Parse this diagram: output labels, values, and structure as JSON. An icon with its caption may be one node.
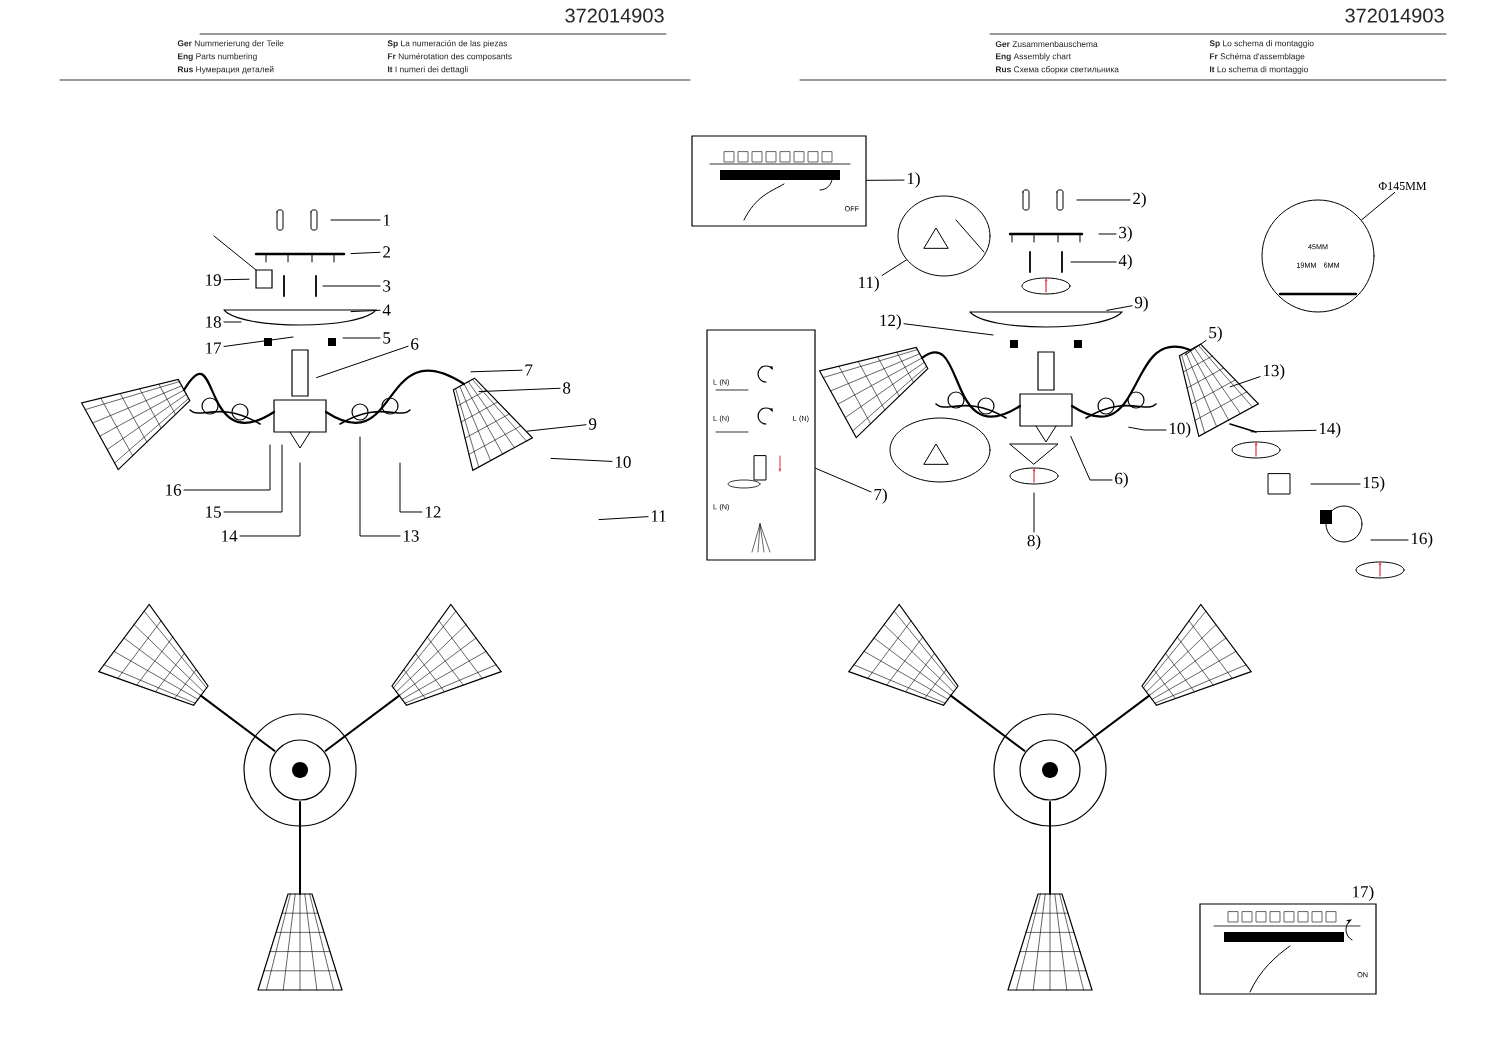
{
  "diagram": {
    "nodes": [
      {
        "text": [
          "1"
        ]
      },
      {
        "text": [
          "2"
        ]
      },
      {
        "text": [
          "3"
        ]
      },
      {
        "text": [
          "4"
        ]
      },
      {
        "text": [
          "5"
        ]
      },
      {
        "text": [
          "6"
        ]
      },
      {
        "text": [
          "7"
        ]
      },
      {
        "text": [
          "8"
        ]
      },
      {
        "text": [
          "9"
        ]
      },
      {
        "text": [
          "10"
        ]
      },
      {
        "text": [
          "11"
        ]
      },
      {
        "text": [
          "12"
        ]
      },
      {
        "text": [
          "13"
        ]
      },
      {
        "text": [
          "14"
        ]
      },
      {
        "text": [
          "15"
        ]
      },
      {
        "text": [
          "16"
        ]
      },
      {
        "text": [
          "17"
        ]
      },
      {
        "text": [
          "18"
        ]
      },
      {
        "text": [
          "19"
        ]
      },
      {
        "text": [
          "OFF"
        ]
      },
      {
        "text": [
          "1)"
        ]
      },
      {
        "text": [
          "2)"
        ]
      },
      {
        "text": [
          "3)"
        ]
      },
      {
        "text": [
          "4)"
        ]
      },
      {
        "text": [
          "5)"
        ]
      },
      {
        "text": [
          "6)"
        ]
      },
      {
        "text": [
          "7)"
        ]
      },
      {
        "text": [
          "8)"
        ]
      },
      {
        "text": [
          "9)"
        ]
      },
      {
        "text": [
          "10)"
        ]
      },
      {
        "text": [
          "11)"
        ]
      },
      {
        "text": [
          "12)"
        ]
      },
      {
        "text": [
          "13)"
        ]
      },
      {
        "text": [
          "14)"
        ]
      },
      {
        "text": [
          "15)"
        ]
      },
      {
        "text": [
          "16)"
        ]
      },
      {
        "text": [
          "L (N)",
          "L (N)",
          "L (N)",
          "L (N)"
        ]
      },
      {
        "text": [],
        "shape": "circle"
      },
      {
        "text": [
          "17)",
          "ON"
        ]
      },
      {
        "text": [
          "Φ145MM"
        ]
      },
      {
        "text": [
          "45MM",
          "19MM",
          "6MM"
        ]
      }
    ],
    "edges": [
      {
        "from": 0,
        "to": null,
        "arrow": "none"
      },
      {
        "from": 1,
        "to": null,
        "arrow": "none"
      },
      {
        "from": 2,
        "to": null,
        "arrow": "none"
      },
      {
        "from": 3,
        "to": null,
        "arrow": "none"
      },
      {
        "from": 4,
        "to": null,
        "arrow": "none"
      },
      {
        "from": 5,
        "to": null,
        "arrow": "none"
      },
      {
        "from": 6,
        "to": null,
        "arrow": "none"
      },
      {
        "from": 7,
        "to": null,
        "arrow": "none"
      },
      {
        "from": 8,
        "to": null,
        "arrow": "none"
      },
      {
        "from": 9,
        "to": null,
        "arrow": "none"
      },
      {
        "from": 10,
        "to": null,
        "arrow": "none"
      },
      {
        "from": 11,
        "to": null,
        "arrow": "none"
      },
      {
        "from": 12,
        "to": null,
        "arrow": "none"
      },
      {
        "from": 13,
        "to": null,
        "arrow": "none"
      },
      {
        "from": 14,
        "to": null,
        "arrow": "none"
      },
      {
        "from": 15,
        "to": null,
        "arrow": "none"
      },
      {
        "from": 16,
        "to": null,
        "arrow": "none"
      },
      {
        "from": 17,
        "to": null,
        "arrow": "none"
      },
      {
        "from": 18,
        "to": null,
        "arrow": "none"
      },
      {
        "from": 20,
        "to": 19,
        "arrow": "none"
      },
      {
        "from": 21,
        "to": null,
        "arrow": "none"
      },
      {
        "from": 22,
        "to": null,
        "arrow": "none"
      },
      {
        "from": 23,
        "to": null,
        "arrow": "none"
      },
      {
        "from": 24,
        "to": null,
        "arrow": "none"
      },
      {
        "from": 25,
        "to": null,
        "arrow": "none"
      },
      {
        "from": 26,
        "to": 36,
        "arrow": "none"
      },
      {
        "from": 27,
        "to": null,
        "arrow": "none"
      },
      {
        "from": 28,
        "to": null,
        "arrow": "none"
      },
      {
        "from": 29,
        "to": null,
        "arrow": "none"
      },
      {
        "from": 30,
        "to": 37,
        "arrow": "none"
      },
      {
        "from": 31,
        "to": null,
        "arrow": "none"
      },
      {
        "from": 32,
        "to": null,
        "arrow": "none"
      },
      {
        "from": 33,
        "to": null,
        "arrow": "none"
      },
      {
        "from": 34,
        "to": null,
        "arrow": "none"
      },
      {
        "from": 35,
        "to": null,
        "arrow": "none"
      },
      {
        "from": 39,
        "to": 40,
        "arrow": "none"
      }
    ],
    "labels": [
      "372014903",
      "**Ger** Nummerierung der Teile",
      "**Eng** Parts numbering",
      "**Rus** Нумерация деталей",
      "**Sp** La numeración de las piezas",
      "**Fr** Numérotation des composants",
      "**It** I numeri dei dettagli",
      "372014903",
      "**Ger** Zusammenbauschema",
      "**Eng** Assembly chart",
      "**Rus** Схема сборки светильника",
      "**Sp** Lo schema di montaggio",
      "**Fr** Schéma d'assemblage",
      "**It** Lo schema di montaggio"
    ]
  }
}
